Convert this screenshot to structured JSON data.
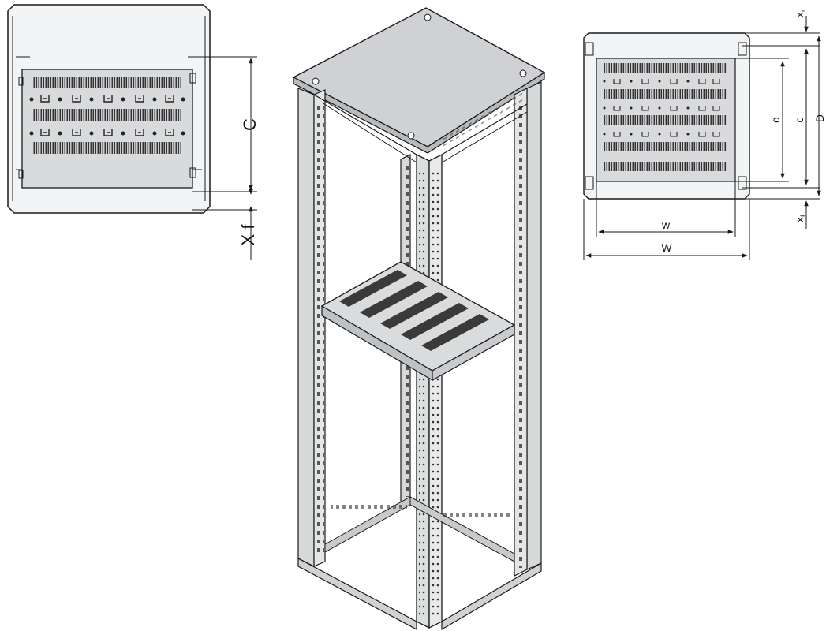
{
  "dimensions": {
    "left_view": {
      "height_label": "C",
      "offset_label": "X f"
    },
    "right_view": {
      "rear_offset_label": "x",
      "rear_offset_sub": "r",
      "inner_depth_label": "d",
      "depth_label": "c",
      "outer_depth_label": "D",
      "front_offset_label": "x",
      "front_offset_sub": "f",
      "inner_width_label": "w",
      "outer_width_label": "W"
    }
  },
  "colors": {
    "line": "#1a1a1a",
    "panel": "#d4d6d8",
    "panel_light": "#e6e7e8",
    "slot": "#3a3a3a",
    "frame": "#cfd1d3"
  }
}
